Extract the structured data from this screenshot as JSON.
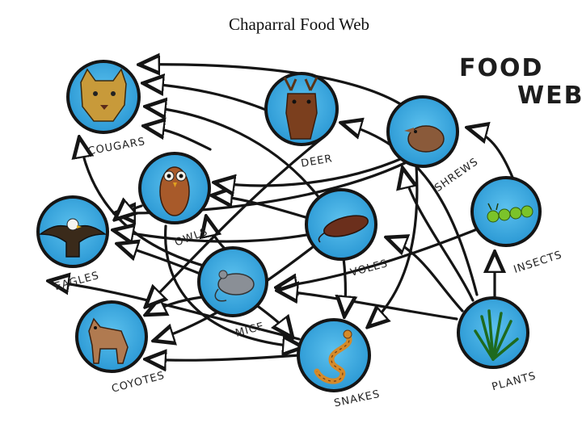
{
  "title": "Chaparral Food Web",
  "heading": {
    "line1": "FOOD",
    "line2": "WEB"
  },
  "organisms": {
    "cougars": "COUGARS",
    "deer": "DEER",
    "shrews": "SHREWS",
    "owls": "OWLS",
    "voles": "VOLES",
    "insects": "INSECTS",
    "eagles": "EAGLES",
    "mice": "MICE",
    "coyotes": "COYOTES",
    "snakes": "SNAKES",
    "plants": "PLANTS"
  },
  "icons": {
    "cougars": "cougar-icon",
    "deer": "deer-icon",
    "shrews": "shrew-icon",
    "owls": "owl-icon",
    "voles": "vole-icon",
    "insects": "insect-icon",
    "eagles": "eagle-icon",
    "mice": "mouse-icon",
    "coyotes": "coyote-icon",
    "snakes": "snake-icon",
    "plants": "plant-icon"
  },
  "colors": {
    "circle_fill": "#3ea6dd",
    "outline": "#151515"
  }
}
